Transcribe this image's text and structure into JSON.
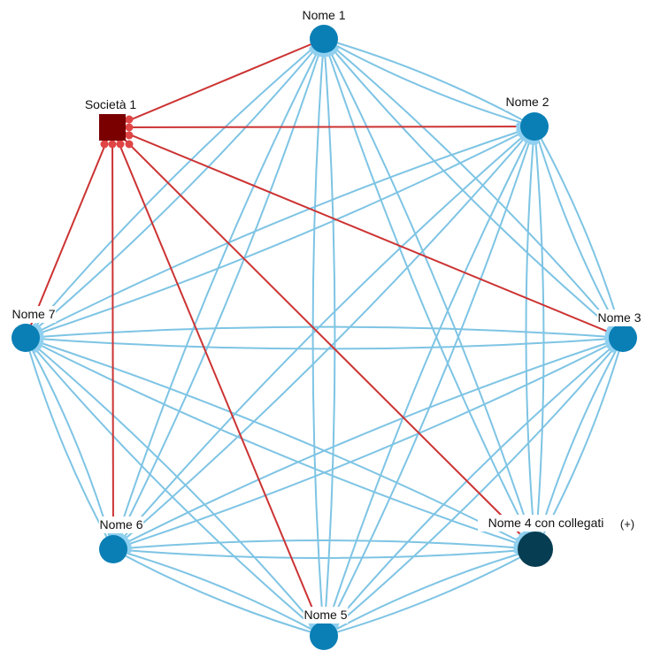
{
  "colors": {
    "edge_person": "#7ec4e4",
    "edge_company": "#cc3333",
    "node_person": "#0a7fb5",
    "node_person_expanded": "#073d52",
    "node_company": "#7a0000",
    "port_person": "#8fd0f0",
    "port_company": "#e04545",
    "label_bg": "#ffffff"
  },
  "icons": {
    "person": "circle-node-icon",
    "company": "square-node-icon"
  },
  "nodes": [
    {
      "id": "n1",
      "label": "Nome 1",
      "type": "person"
    },
    {
      "id": "n2",
      "label": "Nome 2",
      "type": "person"
    },
    {
      "id": "n3",
      "label": "Nome 3",
      "type": "person"
    },
    {
      "id": "n4",
      "label": "Nome 4 con collegati",
      "type": "person",
      "expanded": true,
      "expand_label": "(+)"
    },
    {
      "id": "n5",
      "label": "Nome 5",
      "type": "person"
    },
    {
      "id": "n6",
      "label": "Nome 6",
      "type": "person"
    },
    {
      "id": "n7",
      "label": "Nome 7",
      "type": "person"
    },
    {
      "id": "s1",
      "label": "Società 1",
      "type": "company"
    }
  ],
  "edges": {
    "company": [
      [
        "s1",
        "n1"
      ],
      [
        "s1",
        "n2"
      ],
      [
        "s1",
        "n3"
      ],
      [
        "s1",
        "n4"
      ],
      [
        "s1",
        "n5"
      ],
      [
        "s1",
        "n6"
      ],
      [
        "s1",
        "n7"
      ]
    ],
    "person_full_mesh": [
      "n1",
      "n2",
      "n3",
      "n4",
      "n5",
      "n6",
      "n7"
    ],
    "person_multiplicity": 2
  }
}
